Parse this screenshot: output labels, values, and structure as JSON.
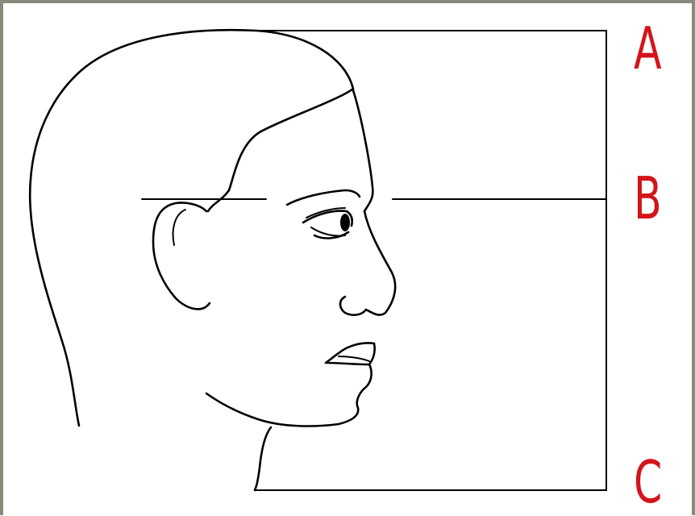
{
  "diagram": {
    "markers": [
      {
        "id": "a",
        "label": "A"
      },
      {
        "id": "b",
        "label": "B"
      },
      {
        "id": "c",
        "label": "C"
      }
    ]
  },
  "colors": {
    "line": "#000000",
    "label": "#d3141a",
    "frame": "#8a8a7c",
    "background": "#ffffff"
  }
}
